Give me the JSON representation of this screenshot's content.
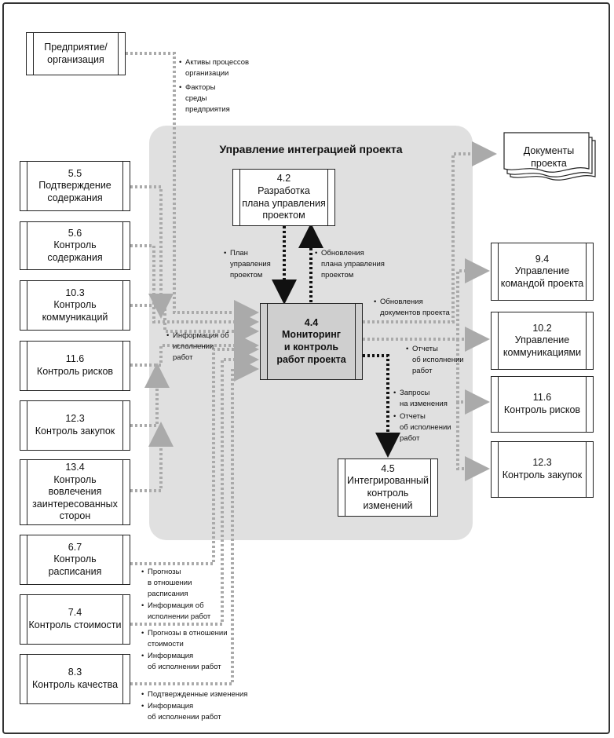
{
  "region_title": "Управление интеграцией проекта",
  "boxes": {
    "enterprise": {
      "label": "Предприятие/\nорганизация"
    },
    "b55": {
      "num": "5.5",
      "label": "Подтверждение\nсодержания"
    },
    "b56": {
      "num": "5.6",
      "label": "Контроль\nсодержания"
    },
    "b103": {
      "num": "10.3",
      "label": "Контроль\nкоммуникаций"
    },
    "b116l": {
      "num": "11.6",
      "label": "Контроль рисков"
    },
    "b123l": {
      "num": "12.3",
      "label": "Контроль закупок"
    },
    "b134": {
      "num": "13.4",
      "label": "Контроль\nвовлечения\nзаинтересованных\nсторон"
    },
    "b67": {
      "num": "6.7",
      "label": "Контроль\nрасписания"
    },
    "b74": {
      "num": "7.4",
      "label": "Контроль стоимости"
    },
    "b83": {
      "num": "8.3",
      "label": "Контроль качества"
    },
    "b42": {
      "num": "4.2",
      "label": "Разработка\nплана управления\nпроектом"
    },
    "b44": {
      "num": "4.4",
      "label": "Мониторинг\nи контроль\nработ проекта"
    },
    "b45": {
      "num": "4.5",
      "label": "Интегрированный\nконтроль\nизменений"
    },
    "b94": {
      "num": "9.4",
      "label": "Управление\nкомандой проекта"
    },
    "b102": {
      "num": "10.2",
      "label": "Управление\nкоммуникациями"
    },
    "b116r": {
      "num": "11.6",
      "label": "Контроль рисков"
    },
    "b123r": {
      "num": "12.3",
      "label": "Контроль закупок"
    },
    "docs": {
      "label": "Документы\nпроекта"
    }
  },
  "labels": {
    "assets": "Активы процессов\nорганизации",
    "factors": "Факторы\nсреды\nпредприятия",
    "plan": "План\nуправления\nпроектом",
    "plan_updates": "Обновления\nплана управления\nпроектом",
    "doc_updates": "Обновления\nдокументов проекта",
    "work_info": "Информация об\nисполнении\nработ",
    "reports_right": "Отчеты\nоб исполнении\nработ",
    "change_requests": "Запросы\nна изменения",
    "reports_down": "Отчеты\nоб исполнении\nработ",
    "sched_forecast": "Прогнозы\nв отношении\nрасписания",
    "sched_info": "Информация об\nисполнении работ",
    "cost_forecast": "Прогнозы в отношении\nстоимости",
    "cost_info": "Информация\nоб исполнении работ",
    "approved_changes": "Подтвержденные изменения",
    "quality_info": "Информация\nоб исполнении работ"
  }
}
